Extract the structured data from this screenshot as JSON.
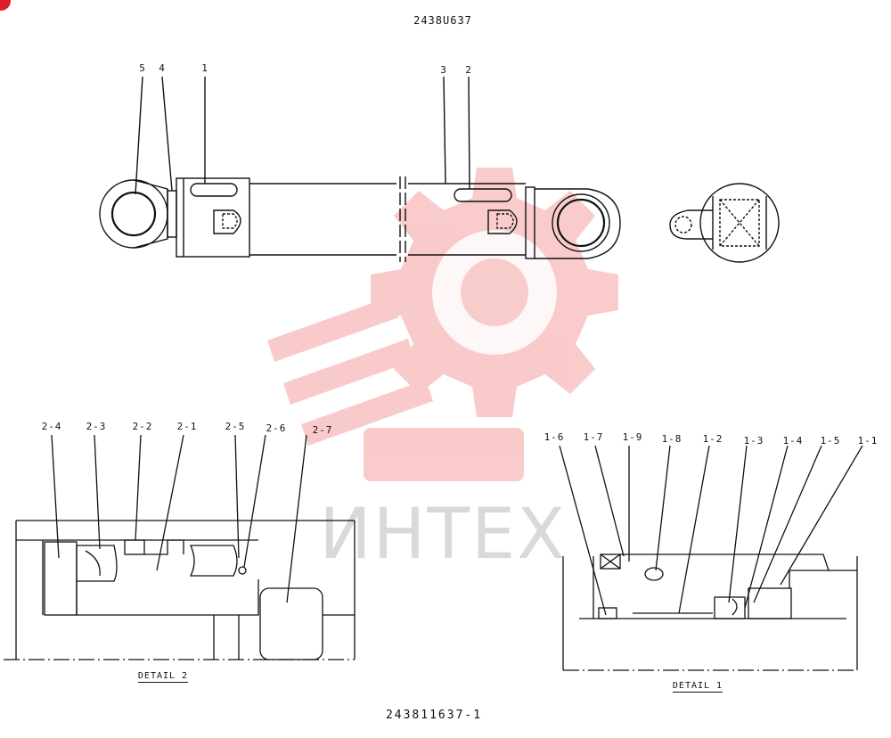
{
  "drawing": {
    "title": "2438U637",
    "sheet_id": "243811637-1"
  },
  "watermark": {
    "text": "ИНТЕХ",
    "color": "#f5b5b5"
  },
  "main_view": {
    "callouts": [
      "5",
      "4",
      "1",
      "3",
      "2"
    ]
  },
  "detail2": {
    "caption": "DETAIL 2",
    "callouts": [
      "2-4",
      "2-3",
      "2-2",
      "2-1",
      "2-5",
      "2-6",
      "2-7"
    ]
  },
  "detail1": {
    "caption": "DETAIL 1",
    "callouts": [
      "1-6",
      "1-7",
      "1-9",
      "1-8",
      "1-2",
      "1-3",
      "1-4",
      "1-5",
      "1-1"
    ]
  }
}
